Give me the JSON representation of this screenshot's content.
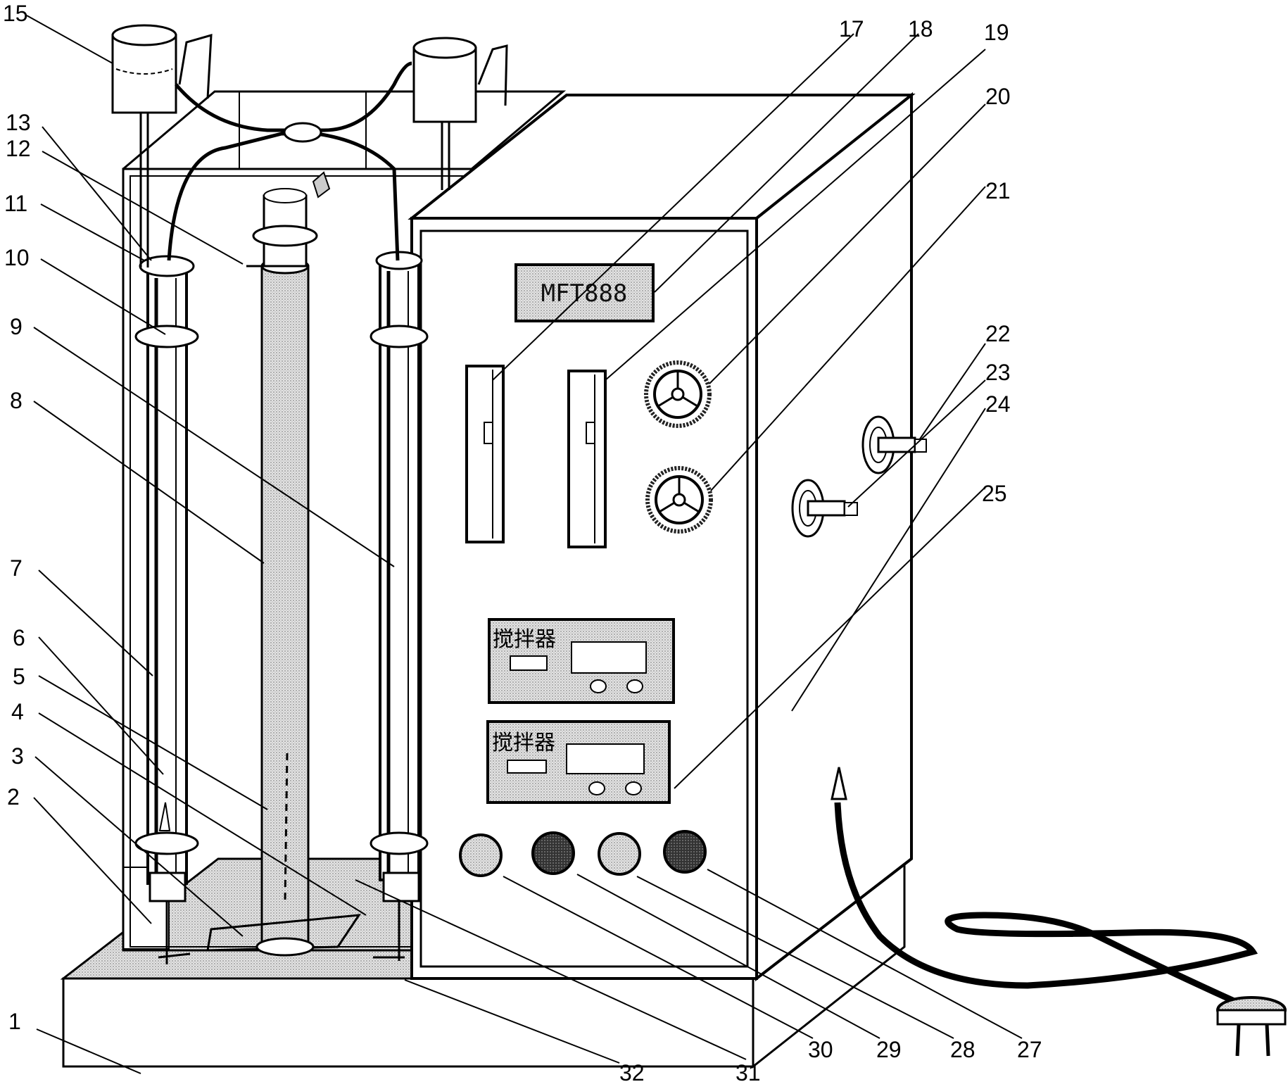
{
  "display": {
    "text": "MFT888"
  },
  "controller_top": {
    "title": "搅拌器"
  },
  "controller_bottom": {
    "title": "搅拌器"
  },
  "callouts": [
    "1",
    "2",
    "3",
    "4",
    "5",
    "6",
    "7",
    "8",
    "9",
    "10",
    "11",
    "12",
    "13",
    "15",
    "17",
    "18",
    "19",
    "20",
    "21",
    "22",
    "23",
    "24",
    "25",
    "27",
    "28",
    "29",
    "30",
    "31",
    "32"
  ]
}
